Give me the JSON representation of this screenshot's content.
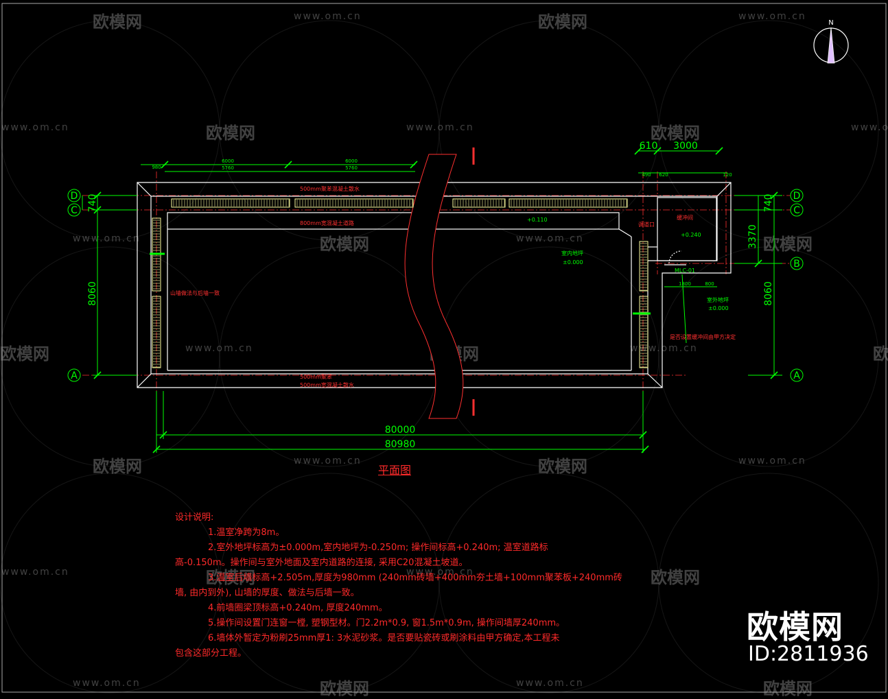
{
  "drawing": {
    "title": "平面图",
    "axis_labels": {
      "D": "D",
      "C": "C",
      "B": "B",
      "A": "A"
    },
    "dims": {
      "total_inner": "80000",
      "total_outer": "80980",
      "left_height": "8060",
      "left_740": "740",
      "right_height": "8060",
      "right_740": "740",
      "right_3370": "3370",
      "top_610": "610",
      "top_3000": "3000",
      "top_6000a": "6000",
      "top_5760a": "5760",
      "top_6000b": "6000",
      "top_5760b": "5760",
      "top_980": "980",
      "top_490": "490",
      "top_620": "620",
      "top_120": "120",
      "op_1800": "1800",
      "op_800": "800"
    },
    "labels": {
      "road_top1": "500mm聚苯混凝土散水",
      "road_top2": "800mm宽混凝土道路",
      "road_bot1": "500mm聚苯",
      "road_bot2": "500mm宽混凝土散水",
      "elev_road": "+0.110",
      "indoor_floor": "室内地坪",
      "indoor_elev": "±0.000",
      "buffer_room": "缓冲间",
      "buffer_elev": "+0.240",
      "passage": "调道口",
      "door_code": "MLC-01",
      "outdoor_floor": "室外地坪",
      "outdoor_elev": "±0.000",
      "gable_note": "山墙做法与后墙一致",
      "buffer_note": "是否设置缓冲间由甲方决定"
    }
  },
  "notes": {
    "heading": "设计说明:",
    "items": [
      "1.温室净跨为8m。",
      "2.室外地坪标高为±0.000m,室内地坪为-0.250m; 操作间标高+0.240m; 温室道路标",
      "高-0.150m。操作间与室外地面及室内道路的连接, 采用C20混凝土坡道。",
      "3.温室后墙标高+2.505m,厚度为980mm (240mm砖墙+400mm夯土墙+100mm聚苯板+240mm砖",
      "墙, 由内到外), 山墙的厚度、做法与后墙一致。",
      "4.前墙圈梁顶标高+0.240m, 厚度240mm。",
      "5.操作间设置门连窗一樘, 塑钢型材。门2.2m*0.9, 窗1.5m*0.9m, 操作间墙厚240mm。",
      "6.墙体外暂定为粉刷25mm厚1: 3水泥砂浆。是否要贴瓷砖或刷涂料由甲方确定,本工程未",
      "包含这部分工程。"
    ]
  },
  "compass": {
    "north": "N"
  },
  "watermark": {
    "url": "www.om.cn",
    "logo": "欧模网"
  },
  "brand": {
    "name": "欧模网",
    "id": "ID:2811936"
  },
  "colors": {
    "background": "#000000",
    "dim": "#00ff00",
    "wall": "#ffffff",
    "note": "#ff2a2a",
    "hatch": "#ffffa0"
  }
}
